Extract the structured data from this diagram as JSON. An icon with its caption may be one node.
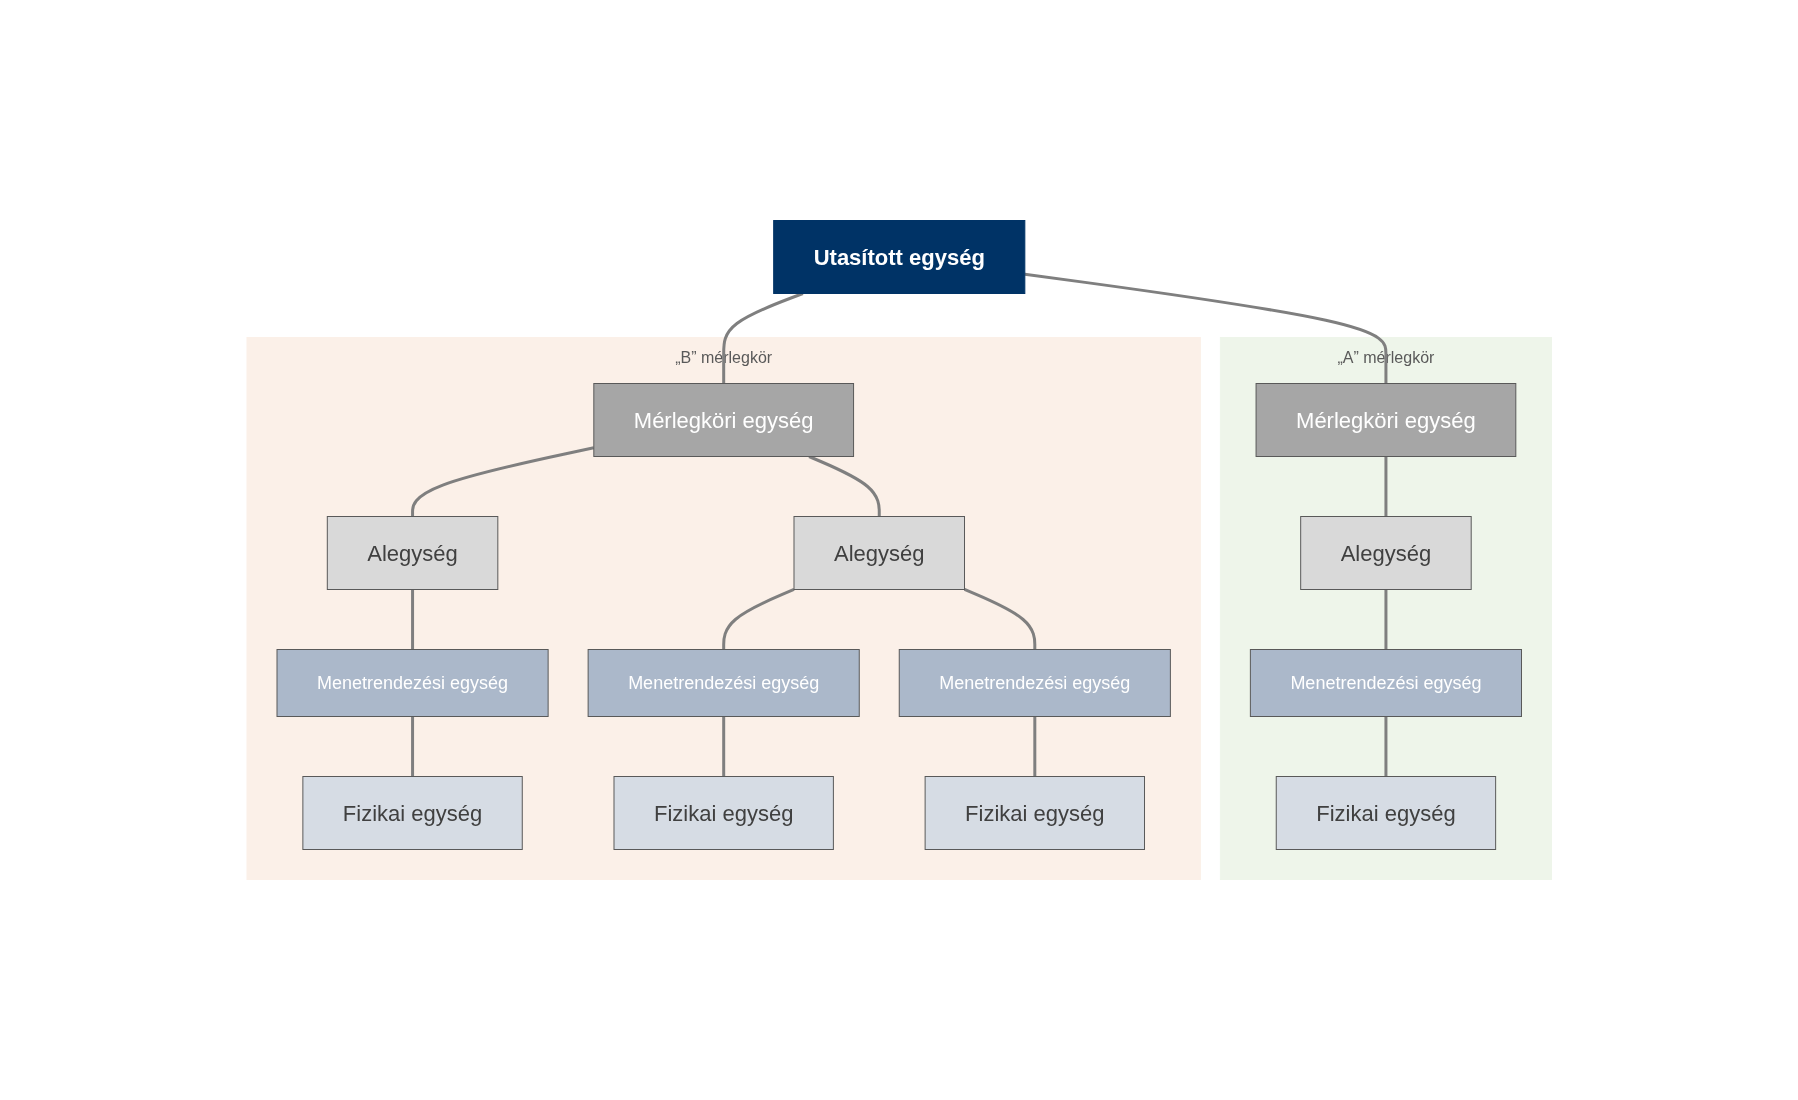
{
  "diagram": {
    "nodes": [
      {
        "text": [
          "„A” mérlegkör"
        ]
      },
      {
        "text": [
          "„B” mérlegkör"
        ]
      },
      {
        "text": [
          "Utasított egység"
        ]
      },
      {
        "text": [
          "Mérlegköri egység"
        ],
        "in": 0
      },
      {
        "text": [
          "Alegység"
        ],
        "in": 0
      },
      {
        "text": [
          "Menetrendezési egység"
        ],
        "in": 0
      },
      {
        "text": [
          "Fizikai egység"
        ],
        "in": 0
      },
      {
        "text": [
          "Mérlegköri egység"
        ],
        "in": 1
      },
      {
        "text": [
          "Alegység"
        ],
        "in": 1
      },
      {
        "text": [
          "Alegység"
        ],
        "in": 1
      },
      {
        "text": [
          "Menetrendezési egység"
        ],
        "in": 1
      },
      {
        "text": [
          "Menetrendezési egység"
        ],
        "in": 1
      },
      {
        "text": [
          "Menetrendezési egység"
        ],
        "in": 1
      },
      {
        "text": [
          "Fizikai egység"
        ],
        "in": 1
      },
      {
        "text": [
          "Fizikai egység"
        ],
        "in": 1
      },
      {
        "text": [
          "Fizikai egység"
        ],
        "in": 1
      }
    ],
    "edges": [
      {
        "from": 2,
        "to": 3,
        "arrow": "none"
      },
      {
        "from": 2,
        "to": 7,
        "arrow": "none"
      },
      {
        "from": 3,
        "to": 4,
        "arrow": "none"
      },
      {
        "from": 4,
        "to": 5,
        "arrow": "none"
      },
      {
        "from": 5,
        "to": 6,
        "arrow": "none"
      },
      {
        "from": 7,
        "to": 8,
        "arrow": "none"
      },
      {
        "from": 7,
        "to": 9,
        "arrow": "none"
      },
      {
        "from": 8,
        "to": 10,
        "arrow": "none"
      },
      {
        "from": 10,
        "to": 13,
        "arrow": "none"
      },
      {
        "from": 9,
        "to": 11,
        "arrow": "none"
      },
      {
        "from": 9,
        "to": 12,
        "arrow": "none"
      },
      {
        "from": 11,
        "to": 14,
        "arrow": "none"
      },
      {
        "from": 12,
        "to": 15,
        "arrow": "none"
      }
    ]
  }
}
